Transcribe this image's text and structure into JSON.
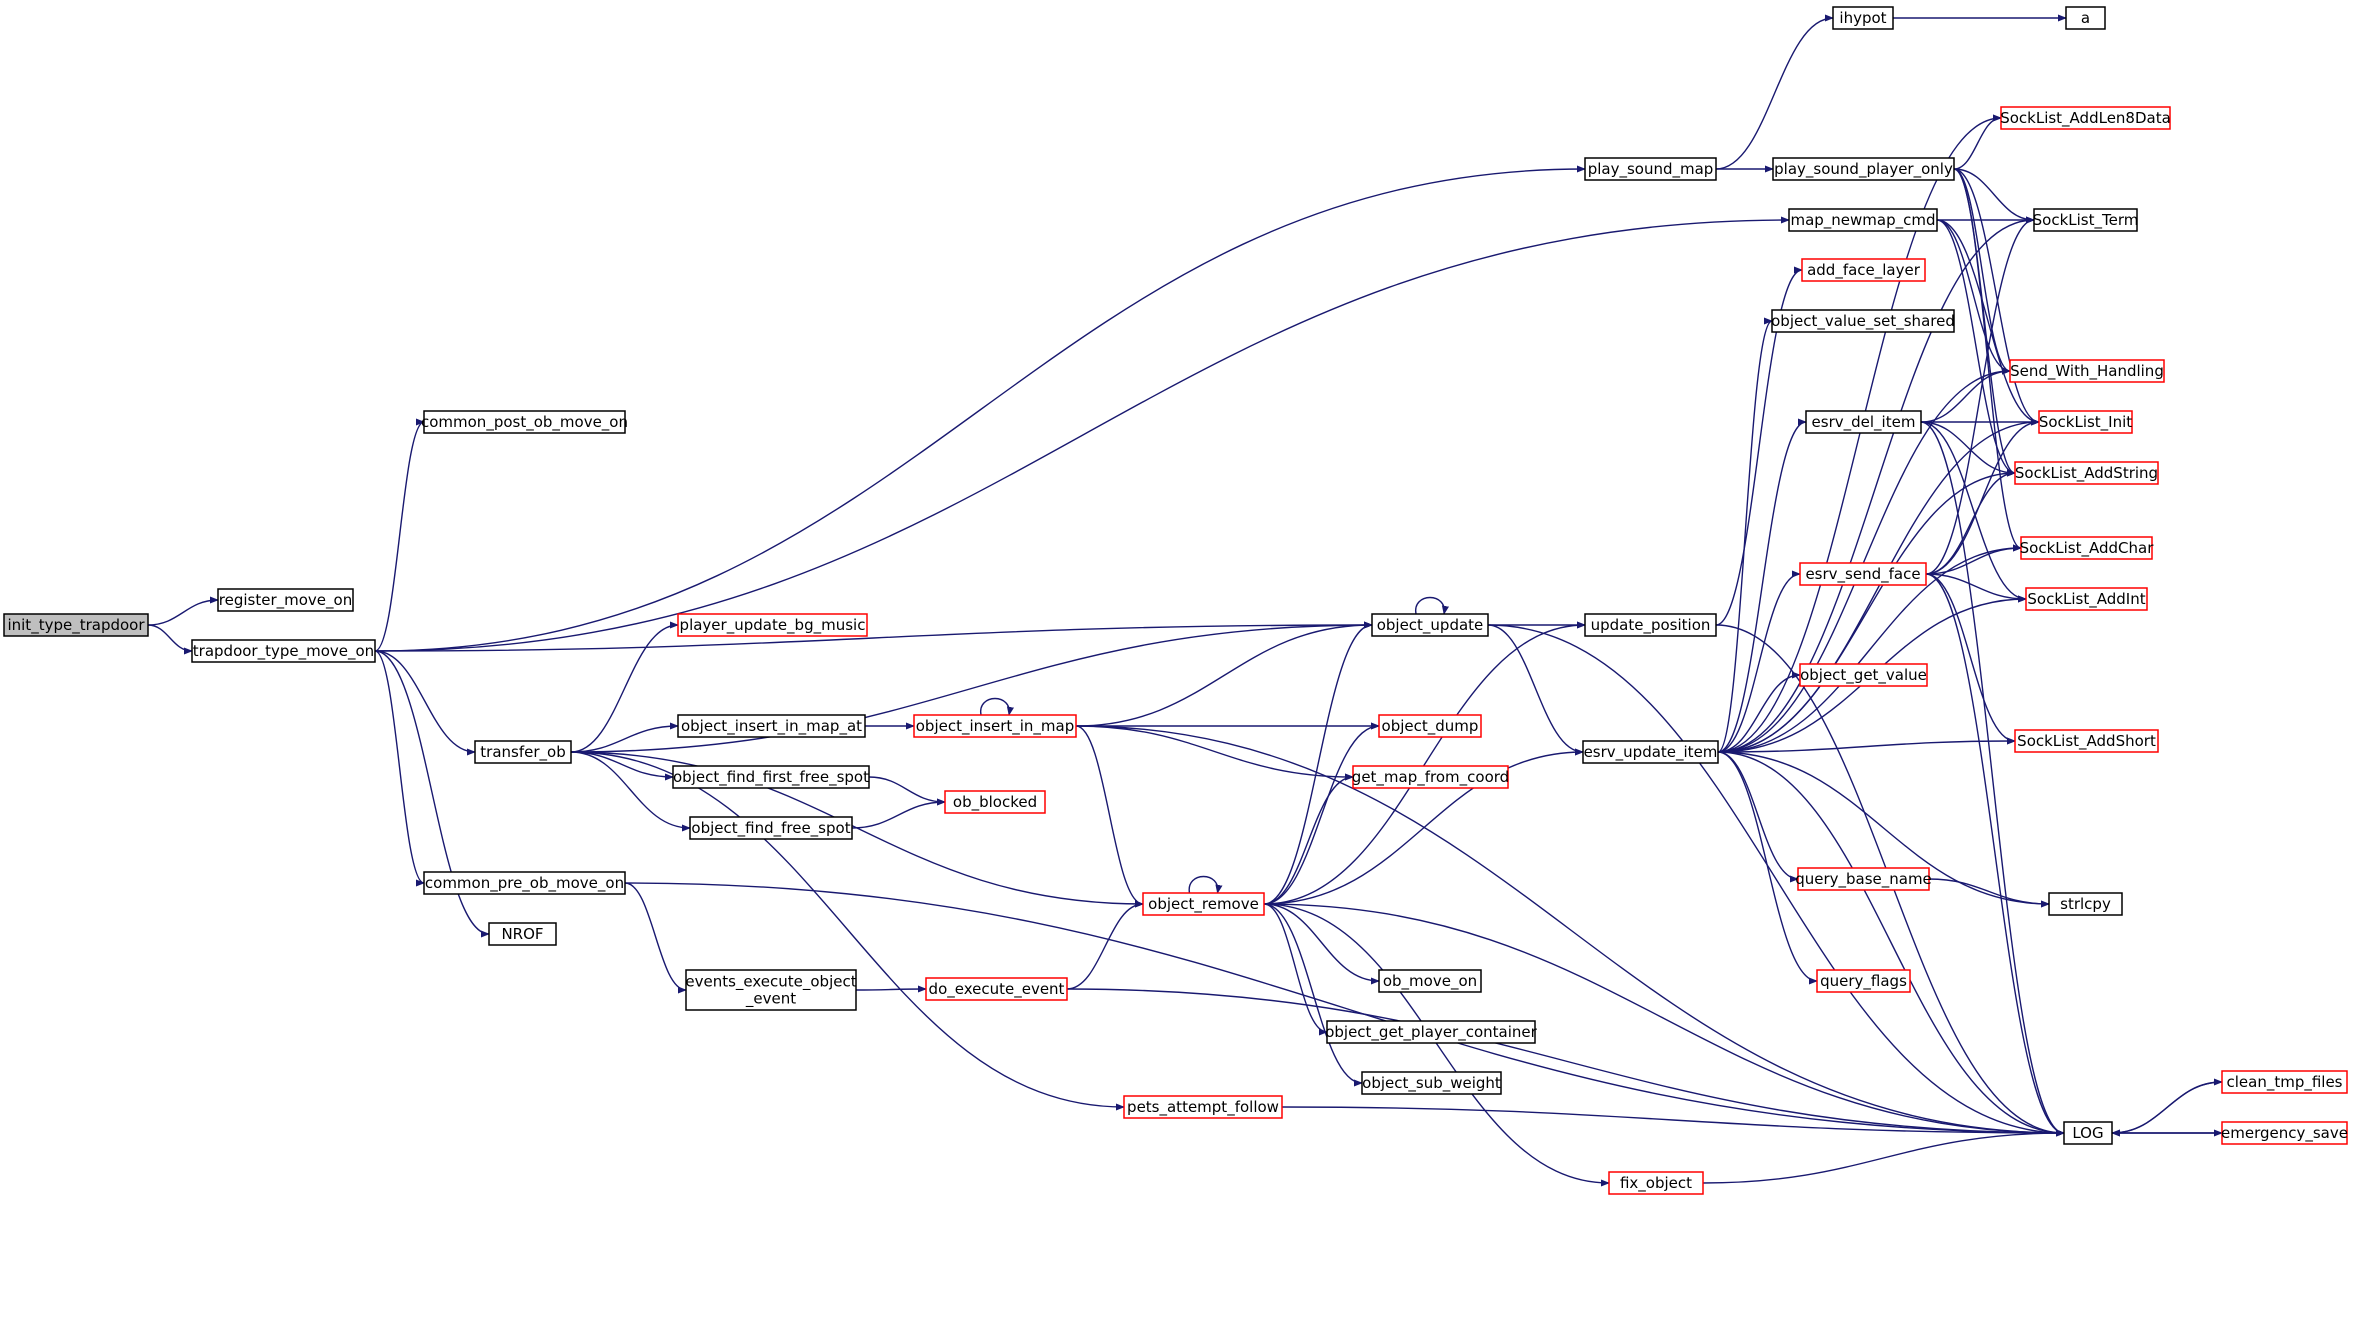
{
  "colors": {
    "edge": "#191970",
    "node_border_plain": "#000000",
    "node_border_link": "#ff0000",
    "node_fill": "#ffffff",
    "root_fill": "#bfbfbf",
    "text": "#000000"
  },
  "nodes": {
    "init_type_trapdoor": {
      "label": "init_type_trapdoor",
      "style": "root"
    },
    "register_move_on": {
      "label": "register_move_on",
      "style": "plain"
    },
    "trapdoor_type_move_on": {
      "label": "trapdoor_type_move_on",
      "style": "plain"
    },
    "common_post_ob_move_on": {
      "label": "common_post_ob_move_on",
      "style": "plain"
    },
    "transfer_ob": {
      "label": "transfer_ob",
      "style": "plain"
    },
    "common_pre_ob_move_on": {
      "label": "common_pre_ob_move_on",
      "style": "plain"
    },
    "NROF": {
      "label": "NROF",
      "style": "plain"
    },
    "player_update_bg_music": {
      "label": "player_update_bg_music",
      "style": "link"
    },
    "object_insert_in_map_at": {
      "label": "object_insert_in_map_at",
      "style": "plain"
    },
    "object_find_first_free_spot": {
      "label": "object_find_first_free_spot",
      "style": "plain"
    },
    "object_find_free_spot": {
      "label": "object_find_free_spot",
      "style": "plain"
    },
    "events_execute_object_event": {
      "label": "events_execute_object\n_event",
      "style": "plain"
    },
    "object_insert_in_map": {
      "label": "object_insert_in_map",
      "style": "link"
    },
    "ob_blocked": {
      "label": "ob_blocked",
      "style": "link"
    },
    "do_execute_event": {
      "label": "do_execute_event",
      "style": "link"
    },
    "pets_attempt_follow": {
      "label": "pets_attempt_follow",
      "style": "link"
    },
    "object_update": {
      "label": "object_update",
      "style": "plain"
    },
    "object_dump": {
      "label": "object_dump",
      "style": "link"
    },
    "get_map_from_coord": {
      "label": "get_map_from_coord",
      "style": "link"
    },
    "object_remove": {
      "label": "object_remove",
      "style": "link"
    },
    "ob_move_on": {
      "label": "ob_move_on",
      "style": "plain"
    },
    "object_get_player_container": {
      "label": "object_get_player_container",
      "style": "plain"
    },
    "object_sub_weight": {
      "label": "object_sub_weight",
      "style": "plain"
    },
    "fix_object": {
      "label": "fix_object",
      "style": "link"
    },
    "play_sound_map": {
      "label": "play_sound_map",
      "style": "plain"
    },
    "update_position": {
      "label": "update_position",
      "style": "plain"
    },
    "esrv_update_item": {
      "label": "esrv_update_item",
      "style": "plain"
    },
    "ihypot": {
      "label": "ihypot",
      "style": "plain"
    },
    "a": {
      "label": "a",
      "style": "plain"
    },
    "play_sound_player_only": {
      "label": "play_sound_player_only",
      "style": "plain"
    },
    "map_newmap_cmd": {
      "label": "map_newmap_cmd",
      "style": "plain"
    },
    "add_face_layer": {
      "label": "add_face_layer",
      "style": "link"
    },
    "object_value_set_shared": {
      "label": "object_value_set_shared",
      "style": "plain"
    },
    "esrv_del_item": {
      "label": "esrv_del_item",
      "style": "plain"
    },
    "esrv_send_face": {
      "label": "esrv_send_face",
      "style": "link"
    },
    "object_get_value": {
      "label": "object_get_value",
      "style": "link"
    },
    "query_base_name": {
      "label": "query_base_name",
      "style": "link"
    },
    "query_flags": {
      "label": "query_flags",
      "style": "link"
    },
    "SockList_AddLen8Data": {
      "label": "SockList_AddLen8Data",
      "style": "link"
    },
    "SockList_Term": {
      "label": "SockList_Term",
      "style": "plain"
    },
    "Send_With_Handling": {
      "label": "Send_With_Handling",
      "style": "link"
    },
    "SockList_Init": {
      "label": "SockList_Init",
      "style": "link"
    },
    "SockList_AddString": {
      "label": "SockList_AddString",
      "style": "link"
    },
    "SockList_AddChar": {
      "label": "SockList_AddChar",
      "style": "link"
    },
    "SockList_AddInt": {
      "label": "SockList_AddInt",
      "style": "link"
    },
    "SockList_AddShort": {
      "label": "SockList_AddShort",
      "style": "link"
    },
    "strlcpy": {
      "label": "strlcpy",
      "style": "plain"
    },
    "LOG": {
      "label": "LOG",
      "style": "plain"
    },
    "clean_tmp_files": {
      "label": "clean_tmp_files",
      "style": "link"
    },
    "emergency_save": {
      "label": "emergency_save",
      "style": "link"
    }
  },
  "edges": [
    [
      "init_type_trapdoor",
      "register_move_on"
    ],
    [
      "init_type_trapdoor",
      "trapdoor_type_move_on"
    ],
    [
      "trapdoor_type_move_on",
      "common_post_ob_move_on"
    ],
    [
      "trapdoor_type_move_on",
      "play_sound_map"
    ],
    [
      "trapdoor_type_move_on",
      "map_newmap_cmd"
    ],
    [
      "trapdoor_type_move_on",
      "object_update"
    ],
    [
      "trapdoor_type_move_on",
      "transfer_ob"
    ],
    [
      "trapdoor_type_move_on",
      "common_pre_ob_move_on"
    ],
    [
      "trapdoor_type_move_on",
      "NROF"
    ],
    [
      "transfer_ob",
      "player_update_bg_music"
    ],
    [
      "transfer_ob",
      "object_update"
    ],
    [
      "transfer_ob",
      "object_insert_in_map_at"
    ],
    [
      "transfer_ob",
      "object_find_first_free_spot"
    ],
    [
      "transfer_ob",
      "object_find_free_spot"
    ],
    [
      "transfer_ob",
      "object_remove"
    ],
    [
      "transfer_ob",
      "pets_attempt_follow"
    ],
    [
      "object_insert_in_map_at",
      "object_insert_in_map"
    ],
    [
      "object_find_first_free_spot",
      "ob_blocked"
    ],
    [
      "object_find_free_spot",
      "ob_blocked"
    ],
    [
      "common_pre_ob_move_on",
      "events_execute_object_event"
    ],
    [
      "common_pre_ob_move_on",
      "LOG"
    ],
    [
      "events_execute_object_event",
      "do_execute_event"
    ],
    [
      "do_execute_event",
      "object_remove"
    ],
    [
      "do_execute_event",
      "LOG"
    ],
    [
      "object_insert_in_map",
      "object_insert_in_map"
    ],
    [
      "object_insert_in_map",
      "object_update"
    ],
    [
      "object_insert_in_map",
      "object_dump"
    ],
    [
      "object_insert_in_map",
      "get_map_from_coord"
    ],
    [
      "object_insert_in_map",
      "object_remove"
    ],
    [
      "object_insert_in_map",
      "LOG"
    ],
    [
      "object_update",
      "object_update"
    ],
    [
      "object_update",
      "update_position"
    ],
    [
      "object_update",
      "esrv_update_item"
    ],
    [
      "object_update",
      "LOG"
    ],
    [
      "object_remove",
      "object_remove"
    ],
    [
      "object_remove",
      "object_update"
    ],
    [
      "object_remove",
      "object_dump"
    ],
    [
      "object_remove",
      "get_map_from_coord"
    ],
    [
      "object_remove",
      "update_position"
    ],
    [
      "object_remove",
      "esrv_update_item"
    ],
    [
      "object_remove",
      "ob_move_on"
    ],
    [
      "object_remove",
      "object_get_player_container"
    ],
    [
      "object_remove",
      "object_sub_weight"
    ],
    [
      "object_remove",
      "fix_object"
    ],
    [
      "object_remove",
      "LOG"
    ],
    [
      "pets_attempt_follow",
      "LOG"
    ],
    [
      "fix_object",
      "LOG"
    ],
    [
      "play_sound_map",
      "ihypot"
    ],
    [
      "play_sound_map",
      "play_sound_player_only"
    ],
    [
      "ihypot",
      "a"
    ],
    [
      "play_sound_player_only",
      "SockList_AddLen8Data"
    ],
    [
      "play_sound_player_only",
      "SockList_Term"
    ],
    [
      "play_sound_player_only",
      "Send_With_Handling"
    ],
    [
      "play_sound_player_only",
      "SockList_Init"
    ],
    [
      "play_sound_player_only",
      "SockList_AddString"
    ],
    [
      "play_sound_player_only",
      "SockList_AddChar"
    ],
    [
      "map_newmap_cmd",
      "SockList_Term"
    ],
    [
      "map_newmap_cmd",
      "Send_With_Handling"
    ],
    [
      "map_newmap_cmd",
      "SockList_Init"
    ],
    [
      "map_newmap_cmd",
      "SockList_AddString"
    ],
    [
      "update_position",
      "add_face_layer"
    ],
    [
      "update_position",
      "LOG"
    ],
    [
      "esrv_update_item",
      "SockList_AddLen8Data"
    ],
    [
      "esrv_update_item",
      "SockList_Term"
    ],
    [
      "esrv_update_item",
      "object_value_set_shared"
    ],
    [
      "esrv_update_item",
      "Send_With_Handling"
    ],
    [
      "esrv_update_item",
      "esrv_del_item"
    ],
    [
      "esrv_update_item",
      "SockList_Init"
    ],
    [
      "esrv_update_item",
      "SockList_AddString"
    ],
    [
      "esrv_update_item",
      "esrv_send_face"
    ],
    [
      "esrv_update_item",
      "SockList_AddChar"
    ],
    [
      "esrv_update_item",
      "SockList_AddInt"
    ],
    [
      "esrv_update_item",
      "object_get_value"
    ],
    [
      "esrv_update_item",
      "SockList_AddShort"
    ],
    [
      "esrv_update_item",
      "query_base_name"
    ],
    [
      "esrv_update_item",
      "strlcpy"
    ],
    [
      "esrv_update_item",
      "query_flags"
    ],
    [
      "esrv_update_item",
      "LOG"
    ],
    [
      "esrv_del_item",
      "Send_With_Handling"
    ],
    [
      "esrv_del_item",
      "SockList_Init"
    ],
    [
      "esrv_del_item",
      "SockList_AddString"
    ],
    [
      "esrv_del_item",
      "SockList_AddInt"
    ],
    [
      "esrv_del_item",
      "LOG"
    ],
    [
      "esrv_send_face",
      "SockList_Term"
    ],
    [
      "esrv_send_face",
      "SockList_Init"
    ],
    [
      "esrv_send_face",
      "SockList_AddString"
    ],
    [
      "esrv_send_face",
      "SockList_AddChar"
    ],
    [
      "esrv_send_face",
      "SockList_AddInt"
    ],
    [
      "esrv_send_face",
      "SockList_AddShort"
    ],
    [
      "esrv_send_face",
      "LOG"
    ],
    [
      "query_base_name",
      "strlcpy"
    ],
    [
      "LOG",
      "clean_tmp_files"
    ],
    [
      "LOG",
      "emergency_save"
    ],
    [
      "clean_tmp_files",
      "LOG"
    ],
    [
      "emergency_save",
      "LOG"
    ]
  ]
}
